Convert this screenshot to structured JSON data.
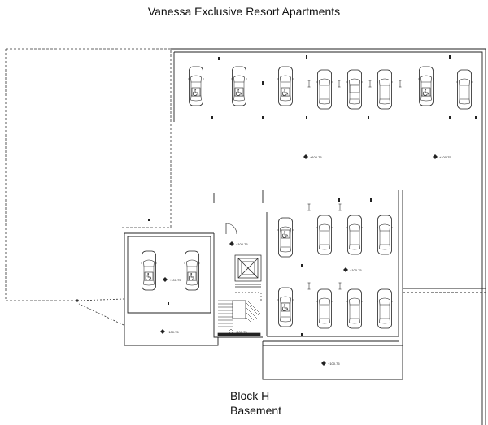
{
  "title": "Vanessa Exclusive Resort Apartments",
  "block_label": "Block H",
  "level_label": "Basement",
  "plan": {
    "elevation_markers": [
      "+100.75",
      "+100.75",
      "+100.75",
      "+100.75",
      "+100.75",
      "+100.75",
      "+100.75",
      "+100.75"
    ],
    "parking": {
      "top_row": [
        "accessible",
        "accessible",
        "accessible",
        "standard",
        "standard",
        "standard",
        "accessible",
        "standard"
      ],
      "middle_left": [
        "accessible",
        "accessible"
      ],
      "middle_right_upper": [
        "accessible",
        "standard",
        "standard",
        "standard"
      ],
      "middle_right_lower": [
        "accessible",
        "standard",
        "standard",
        "standard"
      ]
    }
  }
}
